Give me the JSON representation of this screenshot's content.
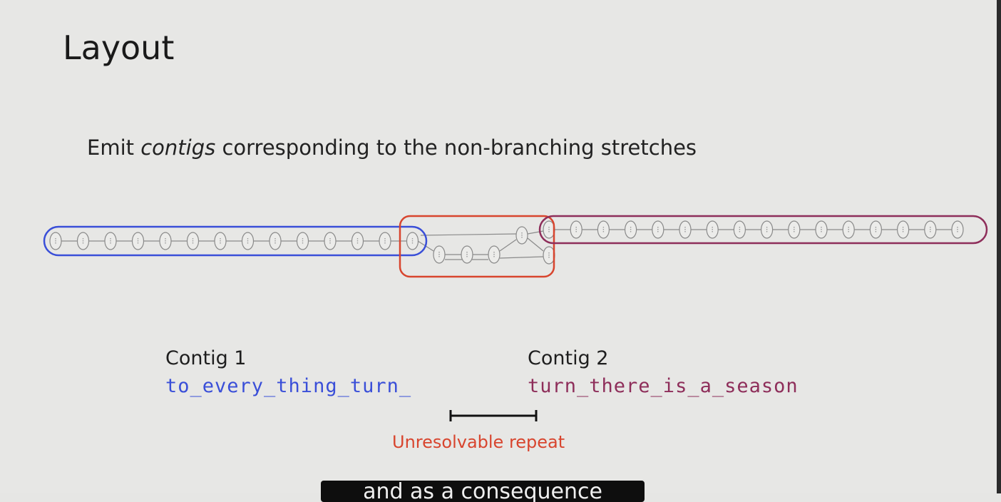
{
  "slide": {
    "title": "Layout",
    "subtitle_pre": "Emit ",
    "subtitle_em": "contigs",
    "subtitle_post": " corresponding to the non-branching stretches"
  },
  "contigs": [
    {
      "label": "Contig 1",
      "sequence": "to_every_thing_turn_"
    },
    {
      "label": "Contig 2",
      "sequence": "turn_there_is_a_season"
    }
  ],
  "repeat": {
    "label": "Unresolvable repeat"
  },
  "caption": {
    "text": "and as a consequence"
  },
  "colors": {
    "contig1": "#3a4fd8",
    "contig2": "#8e2e5a",
    "repeat": "#d8452e",
    "node": "#8a8a8a"
  }
}
